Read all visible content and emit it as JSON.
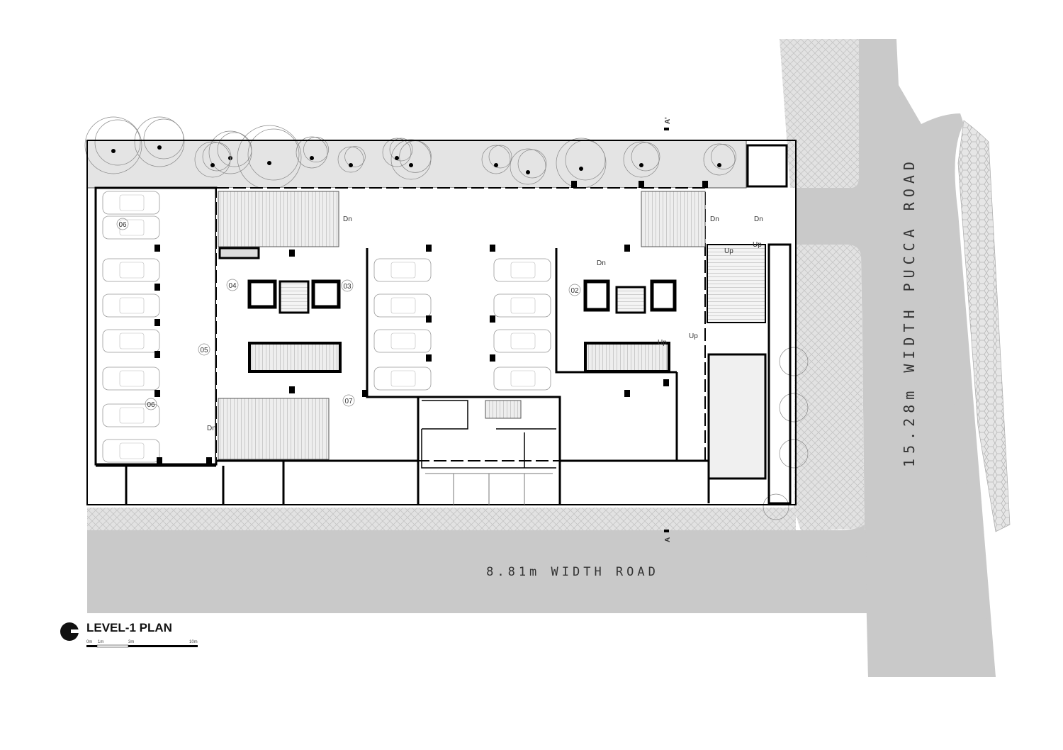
{
  "plan": {
    "title": "LEVEL-1 PLAN",
    "scale_labels": [
      "0m",
      "1m",
      "3m",
      "10m"
    ],
    "roads": {
      "bottom": "8.81m WIDTH ROAD",
      "right": "15.28m WIDTH PUCCA ROAD"
    },
    "section_marks": {
      "top": "A'",
      "bottom": "A"
    },
    "rooms": [
      "06",
      "06",
      "05",
      "04",
      "03",
      "02",
      "07"
    ],
    "stair_labels": {
      "dn": "Dn",
      "up": "Up"
    }
  }
}
